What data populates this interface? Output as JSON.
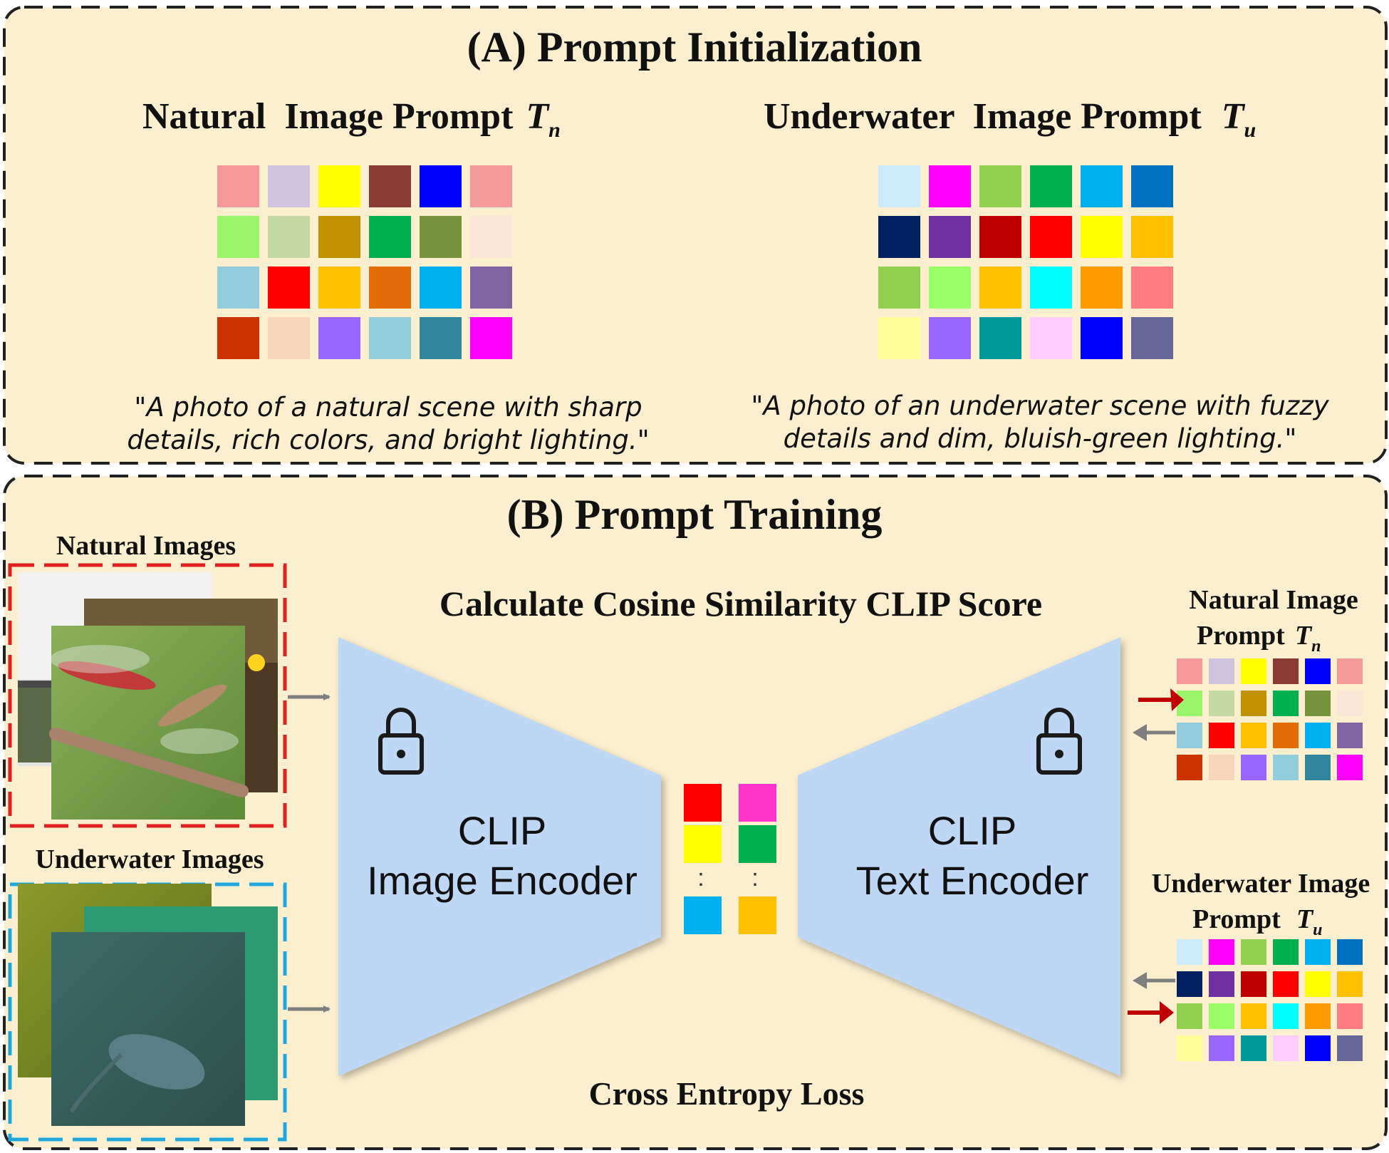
{
  "section_a": {
    "title": "(A) Prompt Initialization",
    "natural": {
      "heading": "Natural  Image Prompt",
      "symbol": "T",
      "subscript": "n",
      "caption_line1": "\"A photo of a natural scene with sharp",
      "caption_line2": "details, rich colors, and bright lighting.\"",
      "colors": [
        [
          "#F4989A",
          "#CFC3DF",
          "#FFFF00",
          "#8B3A34",
          "#0000FF",
          "#F59A9A"
        ],
        [
          "#9AF56A",
          "#C5D9A4",
          "#C09100",
          "#00B050",
          "#76923C",
          "#FBE5D6"
        ],
        [
          "#93CDDD",
          "#FF0000",
          "#FFC000",
          "#E36C09",
          "#00B0F0",
          "#8064A2"
        ],
        [
          "#CC3300",
          "#F8D6BE",
          "#9966FF",
          "#92CDDC",
          "#31859C",
          "#FF00FF"
        ]
      ]
    },
    "underwater": {
      "heading": "Underwater  Image Prompt",
      "symbol": "T",
      "subscript": "u",
      "caption_line1": "\"A photo of an underwater scene with fuzzy",
      "caption_line2": "details and dim, bluish-green lighting.\"",
      "colors": [
        [
          "#CCEBFA",
          "#FF00FF",
          "#92D050",
          "#00B050",
          "#00B0F0",
          "#0070C0"
        ],
        [
          "#002060",
          "#7030A0",
          "#C00000",
          "#FF0000",
          "#FFFF00",
          "#FFC000"
        ],
        [
          "#92D050",
          "#99FF66",
          "#FFC000",
          "#00FFFF",
          "#FF9900",
          "#FF7C80"
        ],
        [
          "#FFFF99",
          "#9966FF",
          "#009999",
          "#FFCCFF",
          "#0000FF",
          "#666699"
        ]
      ]
    }
  },
  "section_b": {
    "title": "(B) Prompt Training",
    "natural_images_label": "Natural Images",
    "underwater_images_label": "Underwater Images",
    "similarity_label": "Calculate Cosine Similarity CLIP Score",
    "image_encoder_line1": "CLIP",
    "image_encoder_line2": "Image Encoder",
    "text_encoder_line1": "CLIP",
    "text_encoder_line2": "Text Encoder",
    "loss_label": "Cross Entropy Loss",
    "right_natural_line1": "Natural Image",
    "right_natural_line2": "Prompt",
    "right_natural_symbol": "T",
    "right_natural_sub": "n",
    "right_underwater_line1": "Underwater Image",
    "right_underwater_line2": "Prompt",
    "right_underwater_symbol": "T",
    "right_underwater_sub": "u",
    "feature_left_colors": [
      "#FF0000",
      "#FFFF00",
      "#00B0F0"
    ],
    "feature_right_colors": [
      "#FF33CC",
      "#00B050",
      "#FFC000"
    ],
    "feature_dots": ":"
  },
  "colors": {
    "panel_fill": "#FCEFCF",
    "panel_border": "#222222",
    "encoder_fill": "#BDD7F5",
    "natural_frame": "#E02020",
    "underwater_frame": "#1FA8DC",
    "arrow_gray": "#7F7F7F",
    "arrow_red": "#C00000",
    "text": "#111111"
  },
  "icons": [
    "lock-icon",
    "arrow-right-icon",
    "arrow-left-icon"
  ]
}
